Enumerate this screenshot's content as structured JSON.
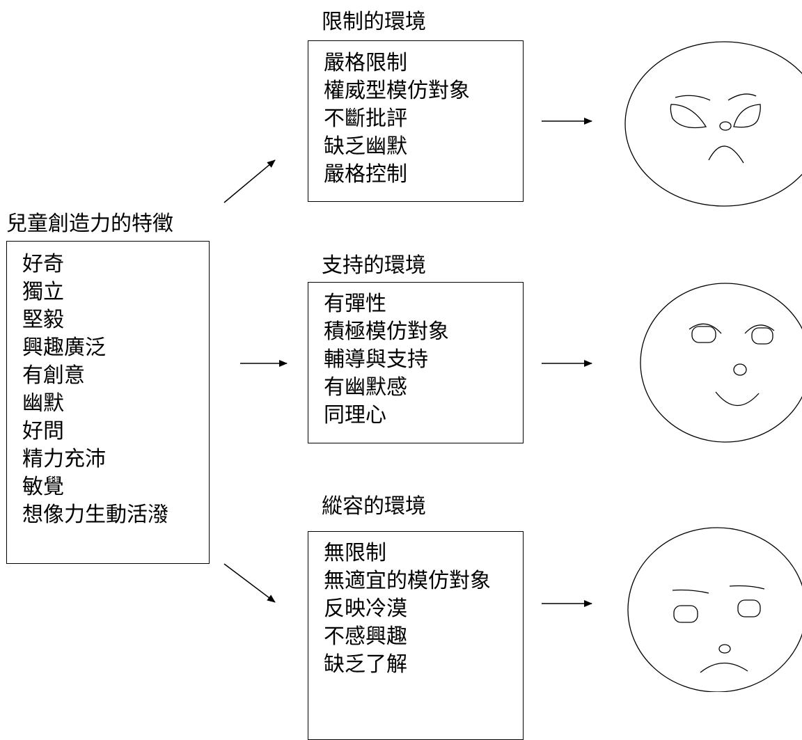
{
  "characteristics": {
    "title": "兒童創造力的特徵",
    "items": [
      "好奇",
      "獨立",
      "堅毅",
      "興趣廣泛",
      "有創意",
      "幽默",
      "好問",
      "精力充沛",
      "敏覺",
      "想像力生動活潑"
    ]
  },
  "environments": [
    {
      "title": "限制的環境",
      "items": [
        "嚴格限制",
        "權威型模仿對象",
        "不斷批評",
        "缺乏幽默",
        "嚴格控制"
      ],
      "face": "angry-face-icon"
    },
    {
      "title": "支持的環境",
      "items": [
        "有彈性",
        "積極模仿對象",
        "輔導與支持",
        "有幽默感",
        "同理心"
      ],
      "face": "smiling-face-icon"
    },
    {
      "title": "縱容的環境",
      "items": [
        "無限制",
        "無適宜的模仿對象",
        "反映冷漠",
        "不感興趣",
        "缺乏了解"
      ],
      "face": "frowning-face-icon"
    }
  ]
}
